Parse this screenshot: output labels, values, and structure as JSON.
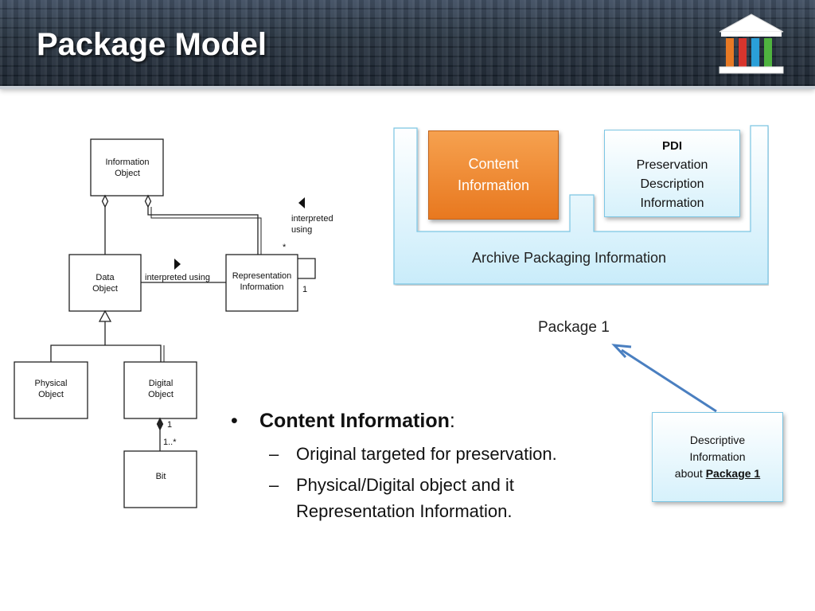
{
  "slide": {
    "title": "Package Model"
  },
  "uml_diagram": {
    "information_object": [
      "Information",
      "Object"
    ],
    "data_object": [
      "Data",
      "Object"
    ],
    "representation_information": [
      "Representation",
      "Information"
    ],
    "physical_object": [
      "Physical",
      "Object"
    ],
    "digital_object": [
      "Digital",
      "Object"
    ],
    "bit": "Bit",
    "interpreted_using_label": "interpreted using",
    "self_loop_label": [
      "interpreted",
      "using"
    ],
    "multiplicity_star": "*",
    "multiplicity_one": "1",
    "digital_multiplicity_one": "1",
    "bit_multiplicity": "1..*"
  },
  "package_diagram": {
    "content_information": [
      "Content",
      "Information"
    ],
    "pdi_title": "PDI",
    "pdi_lines": [
      "Preservation",
      "Description",
      "Information"
    ],
    "archive_packaging": "Archive Packaging Information",
    "package_label": "Package 1",
    "descriptive_lines": [
      "Descriptive",
      "Information"
    ],
    "descriptive_about_prefix": "about ",
    "descriptive_link": "Package 1"
  },
  "bullets": {
    "main_bold": "Content Information",
    "main_suffix": ":",
    "bullet_glyph": "•",
    "dash_glyph": "–",
    "sub1": "Original targeted for preservation.",
    "sub2": "Physical/Digital object and it Representation Information."
  },
  "colors": {
    "orange_box": "#e8781f",
    "light_blue": "#d6f1fb",
    "arrow_blue": "#4a7fc0"
  }
}
